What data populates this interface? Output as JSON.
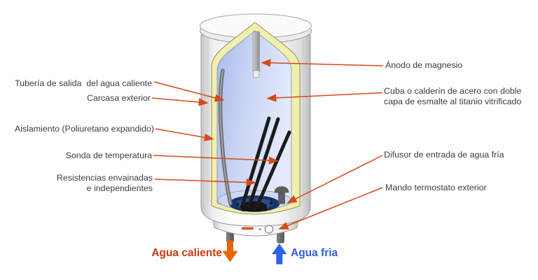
{
  "labels": {
    "left": [
      {
        "id": "tuberia",
        "text": "Tubería de salida  del agua caliente"
      },
      {
        "id": "carcasa",
        "text": "Carcasa exterior"
      },
      {
        "id": "aislamiento",
        "text": "Aislamiento (Poliuretano expandido)"
      },
      {
        "id": "sonda",
        "text": "Sonda de temperatura"
      },
      {
        "id": "resistencias",
        "text": "Resistencias envainadas\ne independientes"
      }
    ],
    "right": [
      {
        "id": "anodo",
        "text": "Ánodo de magnesio"
      },
      {
        "id": "cuba",
        "text": "Cuba o calderín de acero con doble\ncapa de esmalte al titanio vitrificado"
      },
      {
        "id": "difusor",
        "text": "Difusor de entrada de agua fría"
      },
      {
        "id": "mando",
        "text": "Mando termostato exterior"
      }
    ]
  },
  "flow": {
    "hot_label": "Agua caliente",
    "cold_label": "Agua fria"
  },
  "colors": {
    "leader_arrow": "#d5491b",
    "label_text": "#3d3d3d",
    "hot_text": "#cc3a0e",
    "hot_arrow": "#e8660a",
    "cold_text": "#2f5fd6",
    "cold_arrow": "#2b64e6",
    "casing": "#f5f5f5",
    "insulation": "#f1efac",
    "water": "#c3d0f0",
    "tank_bottom_ring": "#14336a"
  }
}
